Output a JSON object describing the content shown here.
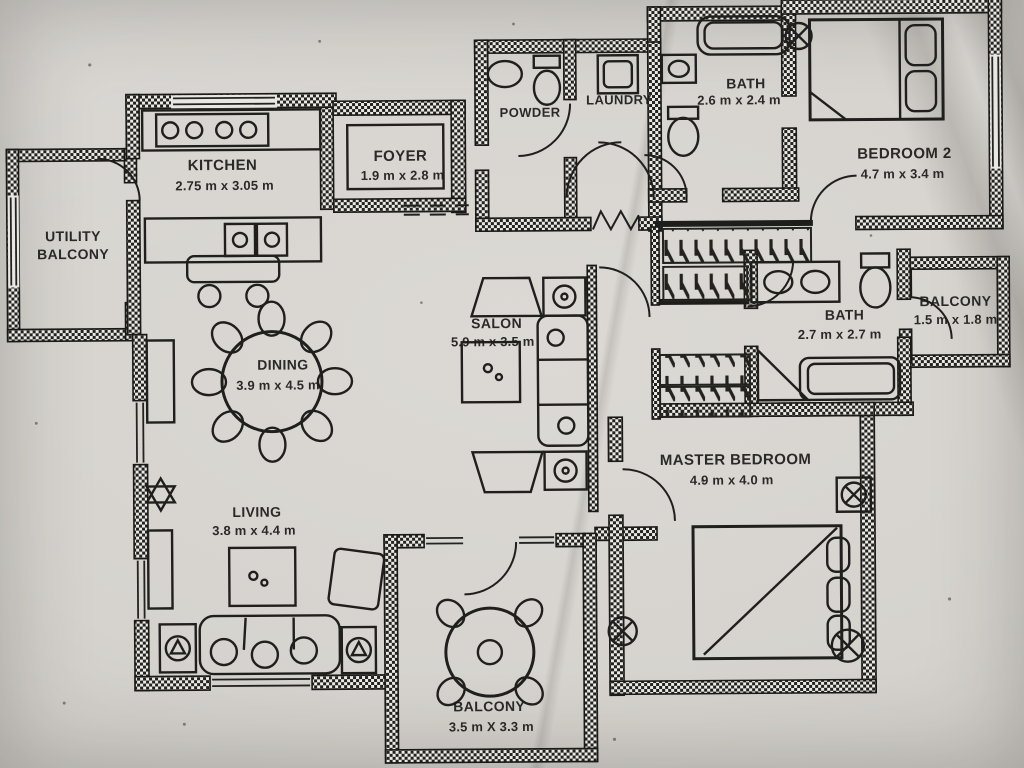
{
  "colors": {
    "paper": "#d6d3ce",
    "ink": "#1e1d1b"
  },
  "rooms": [
    {
      "id": "utility-balcony",
      "label": "UTILITY",
      "label2": "BALCONY",
      "dims": ""
    },
    {
      "id": "kitchen",
      "label": "KITCHEN",
      "dims": "2.75 m x 3.05 m"
    },
    {
      "id": "foyer",
      "label": "FOYER",
      "dims": "1.9 m x 2.8 m"
    },
    {
      "id": "powder",
      "label": "POWDER",
      "dims": ""
    },
    {
      "id": "laundry",
      "label": "LAUNDRY",
      "dims": ""
    },
    {
      "id": "bath-guest",
      "label": "BATH",
      "dims": "2.6 m x 2.4 m"
    },
    {
      "id": "bedroom-2",
      "label": "BEDROOM 2",
      "dims": "4.7 m x 3.4 m"
    },
    {
      "id": "balcony-side",
      "label": "BALCONY",
      "dims": "1.5 m x 1.8 m"
    },
    {
      "id": "bath-master",
      "label": "BATH",
      "dims": "2.7 m x 2.7 m"
    },
    {
      "id": "salon",
      "label": "SALON",
      "dims": "5.9 m x 3.5 m"
    },
    {
      "id": "dining",
      "label": "DINING",
      "dims": "3.9 m x 4.5 m"
    },
    {
      "id": "living",
      "label": "LIVING",
      "dims": "3.8 m x 4.4 m"
    },
    {
      "id": "master-bedroom",
      "label": "MASTER BEDROOM",
      "dims": "4.9 m x 4.0 m"
    },
    {
      "id": "balcony-main",
      "label": "BALCONY",
      "dims": "3.5 m X 3.3 m"
    }
  ]
}
